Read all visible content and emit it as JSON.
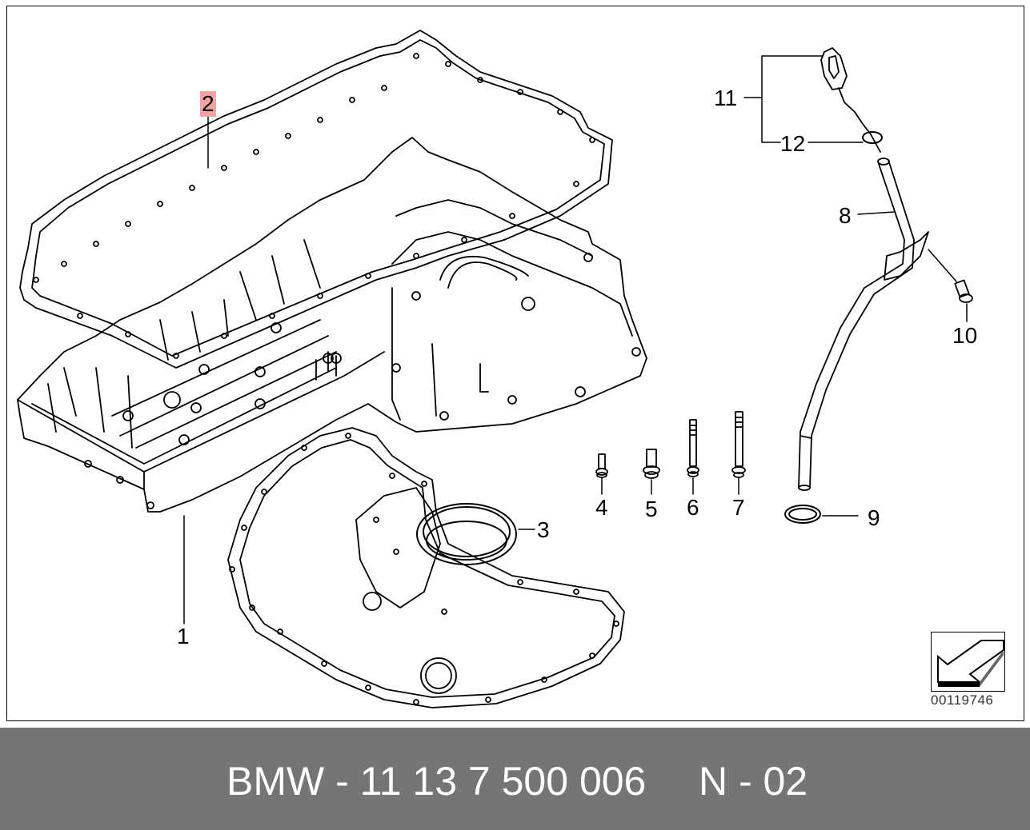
{
  "labels": {
    "p1": "1",
    "p2": "2",
    "p3": "3",
    "p4": "4",
    "p5": "5",
    "p6": "6",
    "p7": "7",
    "p8": "8",
    "p9": "9",
    "p10": "10",
    "p11": "11",
    "p12": "12"
  },
  "diagram_number": "00119746",
  "caption": {
    "part": "BMW - 11 13 7 500 006",
    "ref": "N - 02"
  },
  "colors": {
    "highlight": "#f4a3a3",
    "caption_bar": "#757575",
    "line": "#000000"
  }
}
